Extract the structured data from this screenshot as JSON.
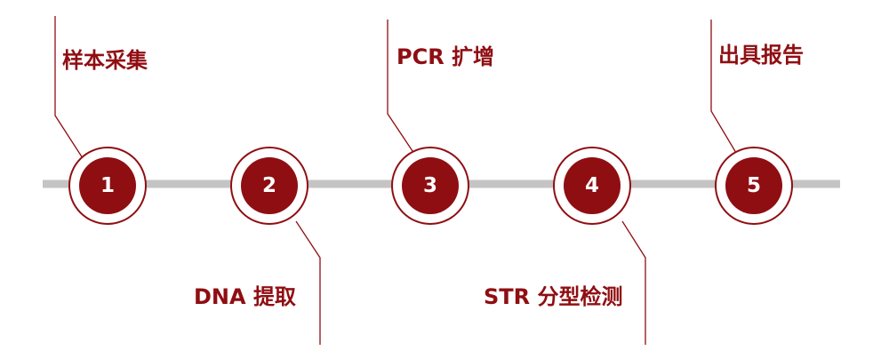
{
  "colors": {
    "accent": "#8f0e12",
    "track": "#c4c4c4",
    "background": "#ffffff"
  },
  "steps": [
    {
      "number": "1",
      "label": "样本采集"
    },
    {
      "number": "2",
      "label": "DNA 提取"
    },
    {
      "number": "3",
      "label": "PCR 扩增"
    },
    {
      "number": "4",
      "label": "STR 分型检测"
    },
    {
      "number": "5",
      "label": "出具报告"
    }
  ]
}
